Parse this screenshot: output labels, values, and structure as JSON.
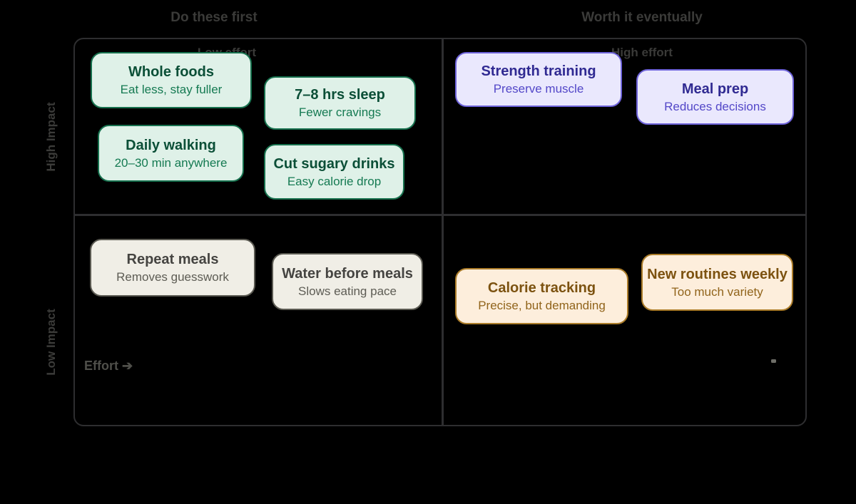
{
  "headers": {
    "left": "Do these first",
    "right": "Worth it eventually"
  },
  "quadrant_labels": {
    "top_left": "Low effort",
    "top_right": "High effort"
  },
  "axis": {
    "y_high": "High Impact",
    "y_low": "Low Impact",
    "x": "Effort ➔"
  },
  "colors": {
    "background": "#000000",
    "grid_line": "#2e2e30",
    "header_text": "#3b3b39",
    "green_bg": "#dff1e8",
    "green_border": "#17714e",
    "green_title": "#0b4f37",
    "purple_bg": "#eae8fd",
    "purple_border": "#6e63da",
    "purple_title": "#302a92",
    "gray_bg": "#f0eee6",
    "gray_border": "#5b5a52",
    "gray_title": "#454441",
    "orange_bg": "#fdeedc",
    "orange_border": "#ab7c29",
    "orange_title": "#7c5210"
  },
  "cards": [
    {
      "quadrant": "high-impact-low-effort",
      "theme": "green",
      "title": "Whole foods",
      "subtitle": "Eat less, stay fuller"
    },
    {
      "quadrant": "high-impact-low-effort",
      "theme": "green",
      "title": "7–8 hrs sleep",
      "subtitle": "Fewer cravings"
    },
    {
      "quadrant": "high-impact-low-effort",
      "theme": "green",
      "title": "Daily walking",
      "subtitle": "20–30 min anywhere"
    },
    {
      "quadrant": "high-impact-low-effort",
      "theme": "green",
      "title": "Cut sugary drinks",
      "subtitle": "Easy calorie drop"
    },
    {
      "quadrant": "high-impact-high-effort",
      "theme": "purple",
      "title": "Strength training",
      "subtitle": "Preserve muscle"
    },
    {
      "quadrant": "high-impact-high-effort",
      "theme": "purple",
      "title": "Meal prep",
      "subtitle": "Reduces decisions"
    },
    {
      "quadrant": "low-impact-low-effort",
      "theme": "gray",
      "title": "Repeat meals",
      "subtitle": "Removes guesswork"
    },
    {
      "quadrant": "low-impact-low-effort",
      "theme": "gray",
      "title": "Water before meals",
      "subtitle": "Slows eating pace"
    },
    {
      "quadrant": "low-impact-high-effort",
      "theme": "orange",
      "title": "Calorie tracking",
      "subtitle": "Precise, but demanding"
    },
    {
      "quadrant": "low-impact-high-effort",
      "theme": "orange",
      "title": "New routines weekly",
      "subtitle": "Too much variety"
    }
  ]
}
